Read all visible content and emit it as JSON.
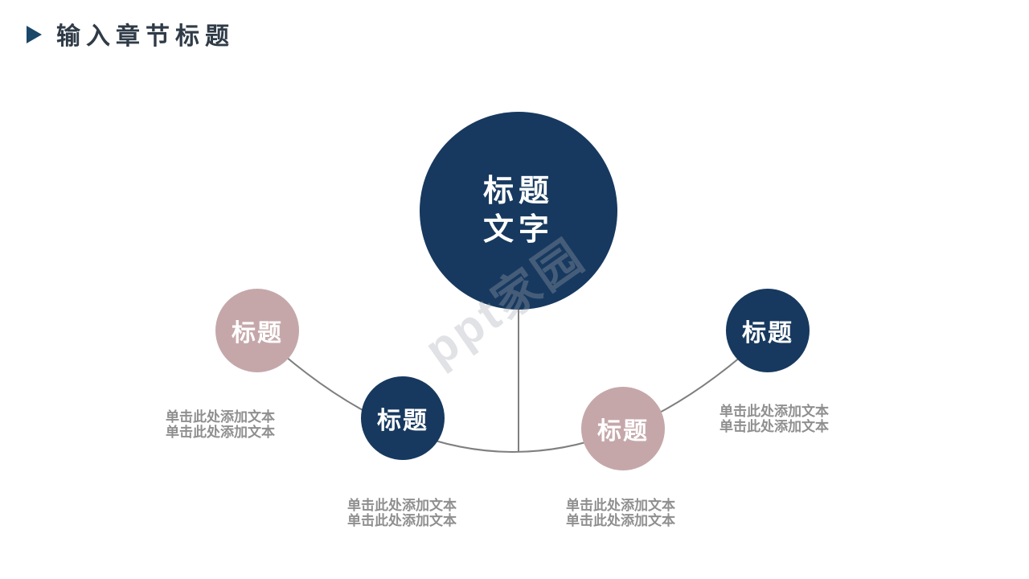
{
  "slide": {
    "title": "输入章节标题",
    "watermark": "ppt家园"
  },
  "colors": {
    "navy": "#17395f",
    "rose": "#c5a7aa",
    "title_text": "#2f3b47",
    "desc_text": "#8f8f8f",
    "connector_line": "#7f7f7f",
    "background": "#ffffff"
  },
  "diagram": {
    "center": {
      "line1": "标题",
      "line2": "文字"
    },
    "nodes": [
      {
        "label": "标题",
        "color": "rose",
        "desc": [
          "单击此处添加文本",
          "单击此处添加文本"
        ]
      },
      {
        "label": "标题",
        "color": "navy",
        "desc": [
          "单击此处添加文本",
          "单击此处添加文本"
        ]
      },
      {
        "label": "标题",
        "color": "rose",
        "desc": [
          "单击此处添加文本",
          "单击此处添加文本"
        ]
      },
      {
        "label": "标题",
        "color": "navy",
        "desc": [
          "单击此处添加文本",
          "单击此处添加文本"
        ]
      }
    ]
  }
}
